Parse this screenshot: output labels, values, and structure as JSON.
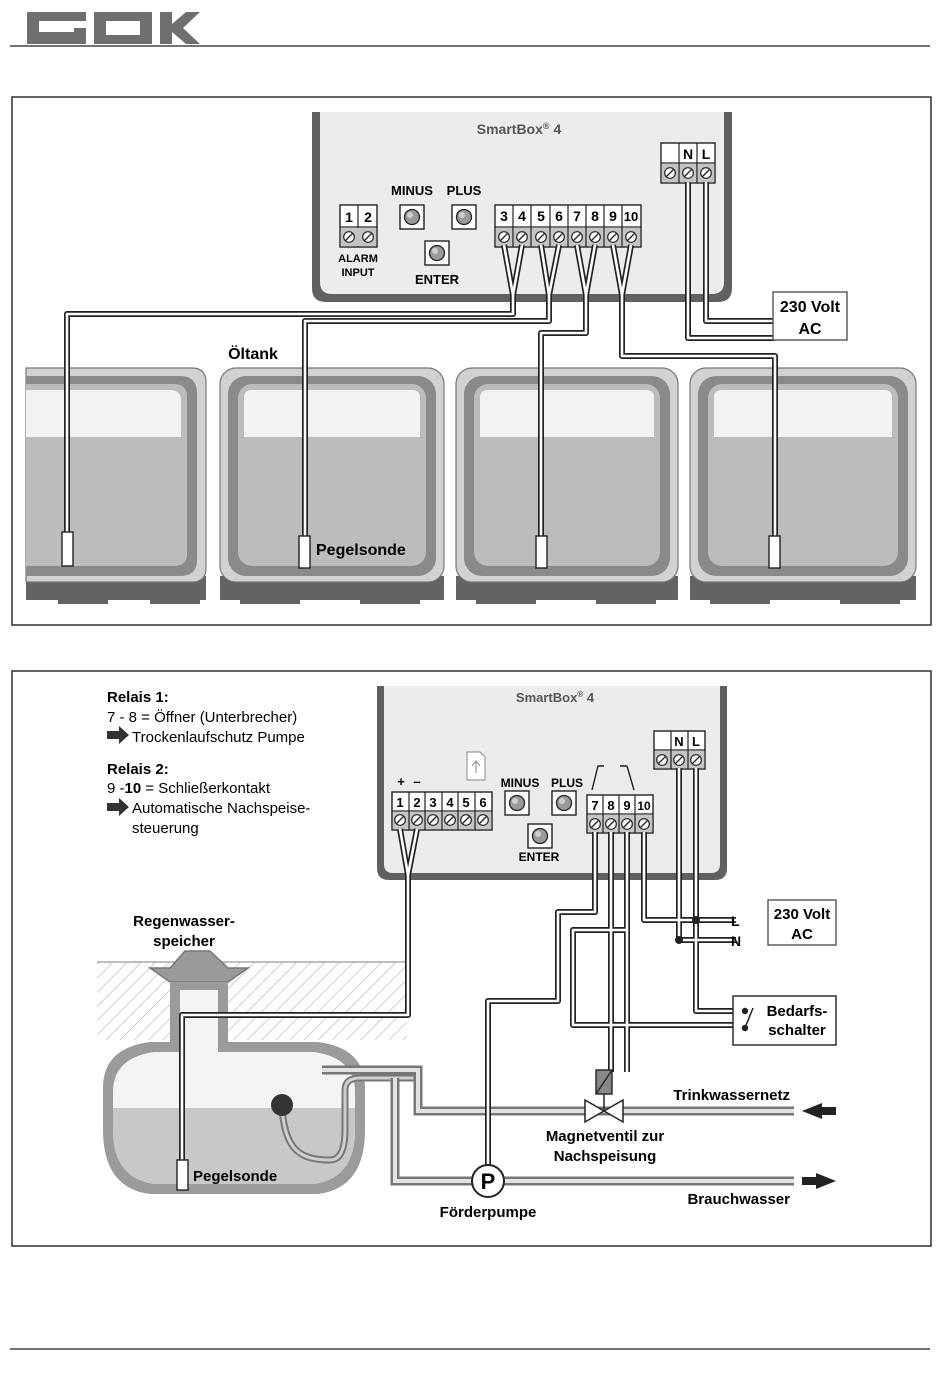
{
  "logo": "GOK",
  "fig1": {
    "device": {
      "title": "SmartBox",
      "sup": "®",
      "num": "4"
    },
    "alarm_terminals": [
      "1",
      "2"
    ],
    "alarm_label": [
      "ALARM",
      "INPUT"
    ],
    "minus": "MINUS",
    "plus": "PLUS",
    "enter": "ENTER",
    "terminals": [
      "3",
      "4",
      "5",
      "6",
      "7",
      "8",
      "9",
      "10"
    ],
    "power_terminals": [
      "N",
      "L"
    ],
    "power": [
      "230 Volt",
      "AC"
    ],
    "tank_label": "Öltank",
    "probe_label": "Pegelsonde"
  },
  "fig2": {
    "device": {
      "title": "SmartBox",
      "sup": "®",
      "num": "4"
    },
    "relais1_title": "Relais 1:",
    "relais1_line1": "7 - 8  = Öffner (Unterbrecher)",
    "relais1_line2": "Trockenlaufschutz Pumpe",
    "relais2_title": "Relais 2:",
    "relais2_pre": "9 -",
    "relais2_bold": "10",
    "relais2_post": " = Schließerkontakt",
    "relais2_line2": "Automatische Nachspeise-",
    "relais2_line3": "steuerung",
    "polarity": [
      "+",
      "–"
    ],
    "input_terminals": [
      "1",
      "2",
      "3",
      "4",
      "5",
      "6"
    ],
    "minus": "MINUS",
    "plus": "PLUS",
    "enter": "ENTER",
    "relay_terminals": [
      "7",
      "8",
      "9",
      "10"
    ],
    "power_terminals": [
      "N",
      "L"
    ],
    "line_L": "L",
    "line_N": "N",
    "power": [
      "230 Volt",
      "AC"
    ],
    "tank_label": [
      "Regenwasser-",
      "speicher"
    ],
    "switch_label": [
      "Bedarfs-",
      "schalter"
    ],
    "drinking": "Trinkwassernetz",
    "valve_label": [
      "Magnetventil zur",
      "Nachspeisung"
    ],
    "pump_symbol": "P",
    "pump_label": "Förderpumpe",
    "service_water": "Brauchwasser",
    "probe_label": "Pegelsonde"
  }
}
